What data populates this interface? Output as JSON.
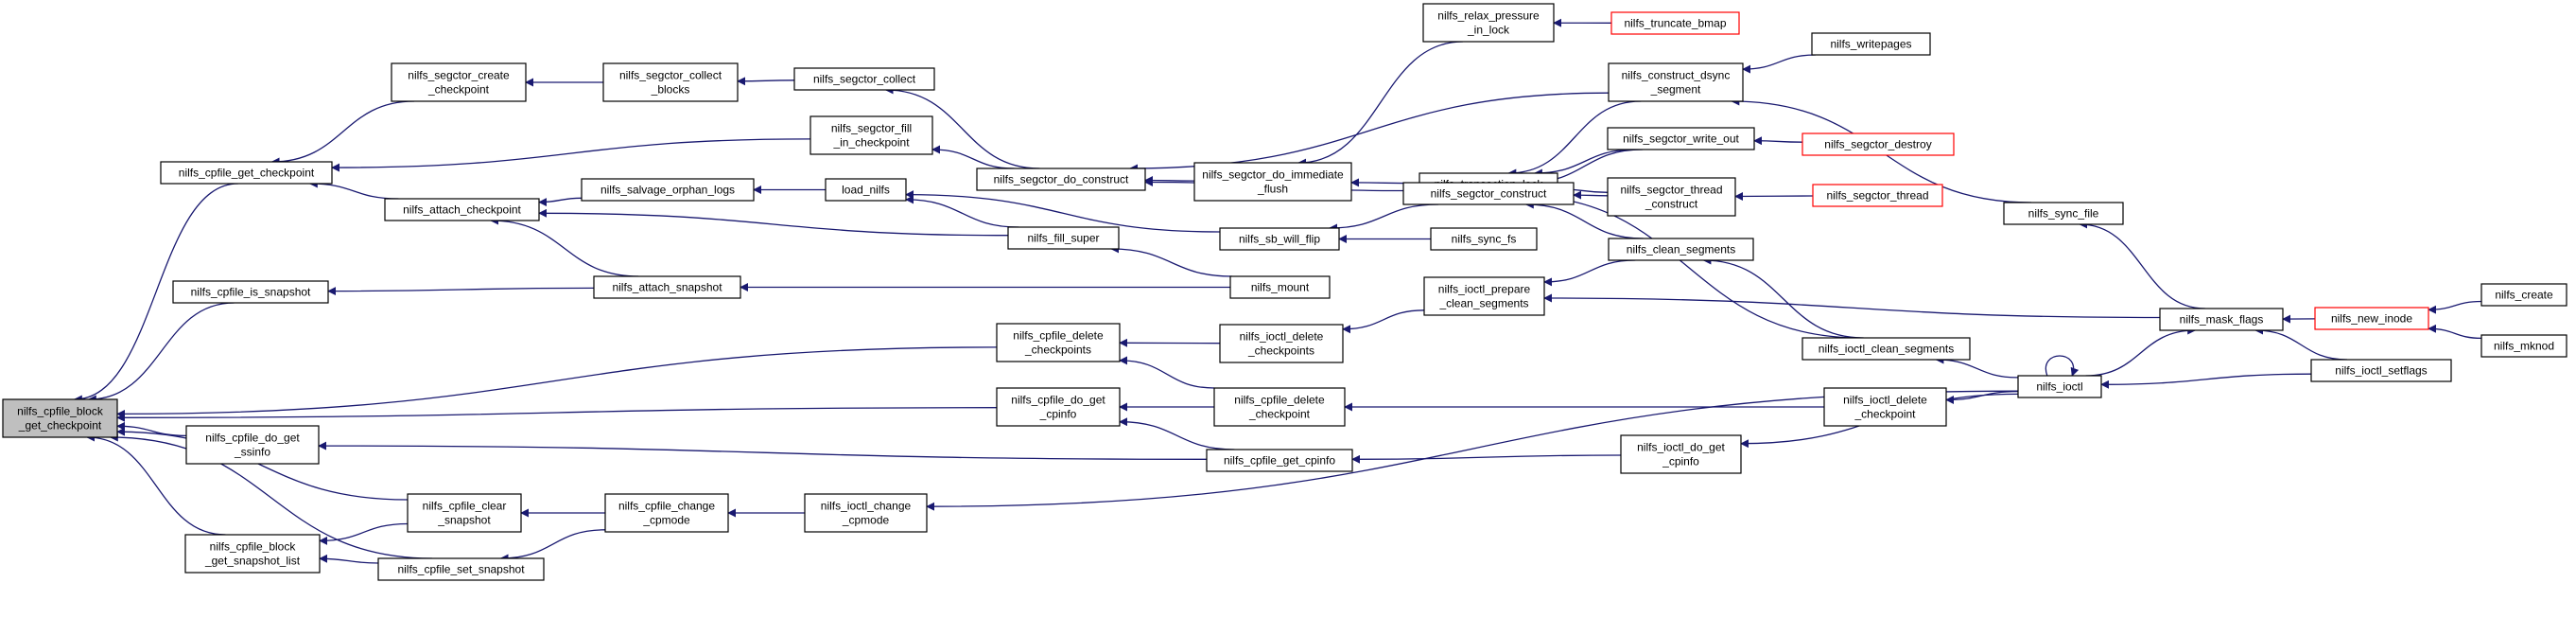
{
  "colors": {
    "edge": "#191970",
    "node_border": "#000000",
    "truncated_border": "#ff0000",
    "root_fill": "#bfbfbf"
  },
  "nodes": {
    "root": [
      "nilfs_cpfile_block",
      "_get_checkpoint"
    ],
    "get_checkpoint": [
      "nilfs_cpfile_get_checkpoint"
    ],
    "is_snapshot": [
      "nilfs_cpfile_is_snapshot"
    ],
    "do_get_ssinfo": [
      "nilfs_cpfile_do_get",
      "_ssinfo"
    ],
    "block_get_snapshot_list": [
      "nilfs_cpfile_block",
      "_get_snapshot_list"
    ],
    "clear_snapshot": [
      "nilfs_cpfile_clear",
      "_snapshot"
    ],
    "set_snapshot": [
      "nilfs_cpfile_set_snapshot"
    ],
    "create_checkpoint": [
      "nilfs_segctor_create",
      "_checkpoint"
    ],
    "fill_in_checkpoint": [
      "nilfs_segctor_fill",
      "_in_checkpoint"
    ],
    "attach_checkpoint": [
      "nilfs_attach_checkpoint"
    ],
    "attach_snapshot": [
      "nilfs_attach_snapshot"
    ],
    "change_cpmode": [
      "nilfs_cpfile_change",
      "_cpmode"
    ],
    "collect_blocks": [
      "nilfs_segctor_collect",
      "_blocks"
    ],
    "salvage_orphan_logs": [
      "nilfs_salvage_orphan_logs"
    ],
    "collect": [
      "nilfs_segctor_collect"
    ],
    "load_nilfs": [
      "load_nilfs"
    ],
    "fill_super": [
      "nilfs_fill_super"
    ],
    "do_construct": [
      "nilfs_segctor_do_construct"
    ],
    "cpfile_delete_checkpoints": [
      "nilfs_cpfile_delete",
      "_checkpoints"
    ],
    "cpfile_do_get_cpinfo": [
      "nilfs_cpfile_do_get",
      "_cpinfo"
    ],
    "ioctl_change_cpmode": [
      "nilfs_ioctl_change",
      "_cpmode"
    ],
    "do_immediate_flush": [
      "nilfs_segctor_do_immediate",
      "_flush"
    ],
    "sb_will_flip": [
      "nilfs_sb_will_flip"
    ],
    "mount": [
      "nilfs_mount"
    ],
    "ioctl_delete_checkpoints": [
      "nilfs_ioctl_delete",
      "_checkpoints"
    ],
    "cpfile_delete_checkpoint": [
      "nilfs_cpfile_delete",
      "_checkpoint"
    ],
    "cpfile_get_cpinfo": [
      "nilfs_cpfile_get_cpinfo"
    ],
    "relax_pressure_in_lock": [
      "nilfs_relax_pressure",
      "_in_lock"
    ],
    "transaction_lock": [
      "nilfs_transaction_lock"
    ],
    "segctor_construct": [
      "nilfs_segctor_construct"
    ],
    "ioctl_prepare_clean_segments": [
      "nilfs_ioctl_prepare",
      "_clean_segments"
    ],
    "sync_fs": [
      "nilfs_sync_fs"
    ],
    "truncate_bmap": [
      "nilfs_truncate_bmap"
    ],
    "construct_dsync_segment": [
      "nilfs_construct_dsync",
      "_segment"
    ],
    "segctor_write_out": [
      "nilfs_segctor_write_out"
    ],
    "segctor_thread_construct": [
      "nilfs_segctor_thread",
      "_construct"
    ],
    "clean_segments": [
      "nilfs_clean_segments"
    ],
    "ioctl_clean_segments": [
      "nilfs_ioctl_clean_segments"
    ],
    "ioctl_delete_checkpoint": [
      "nilfs_ioctl_delete",
      "_checkpoint"
    ],
    "ioctl_do_get_cpinfo": [
      "nilfs_ioctl_do_get",
      "_cpinfo"
    ],
    "writepages": [
      "nilfs_writepages"
    ],
    "segctor_destroy": [
      "nilfs_segctor_destroy"
    ],
    "segctor_thread": [
      "nilfs_segctor_thread"
    ],
    "sync_file": [
      "nilfs_sync_file"
    ],
    "ioctl": [
      "nilfs_ioctl"
    ],
    "mask_flags": [
      "nilfs_mask_flags"
    ],
    "new_inode": [
      "nilfs_new_inode"
    ],
    "ioctl_setflags": [
      "nilfs_ioctl_setflags"
    ],
    "create": [
      "nilfs_create"
    ],
    "mknod": [
      "nilfs_mknod"
    ]
  },
  "truncated": [
    "truncate_bmap",
    "segctor_destroy",
    "segctor_thread",
    "new_inode"
  ]
}
